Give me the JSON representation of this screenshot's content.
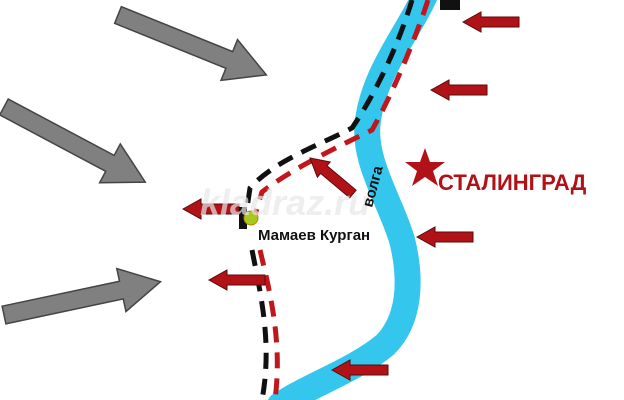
{
  "labels": {
    "city": "СТАЛИНГРАД",
    "river": "волга",
    "hill": "Мамаев Курган",
    "watermark": "kladraz.ru"
  },
  "colors": {
    "river": "#35c6ee",
    "soviet_arrow": "#b01217",
    "german_arrow": "#7f7f7f",
    "front_line_black": "#111111",
    "front_line_red": "#c0161c",
    "city_text": "#b01217",
    "hill_marker": "#a8c81e"
  }
}
